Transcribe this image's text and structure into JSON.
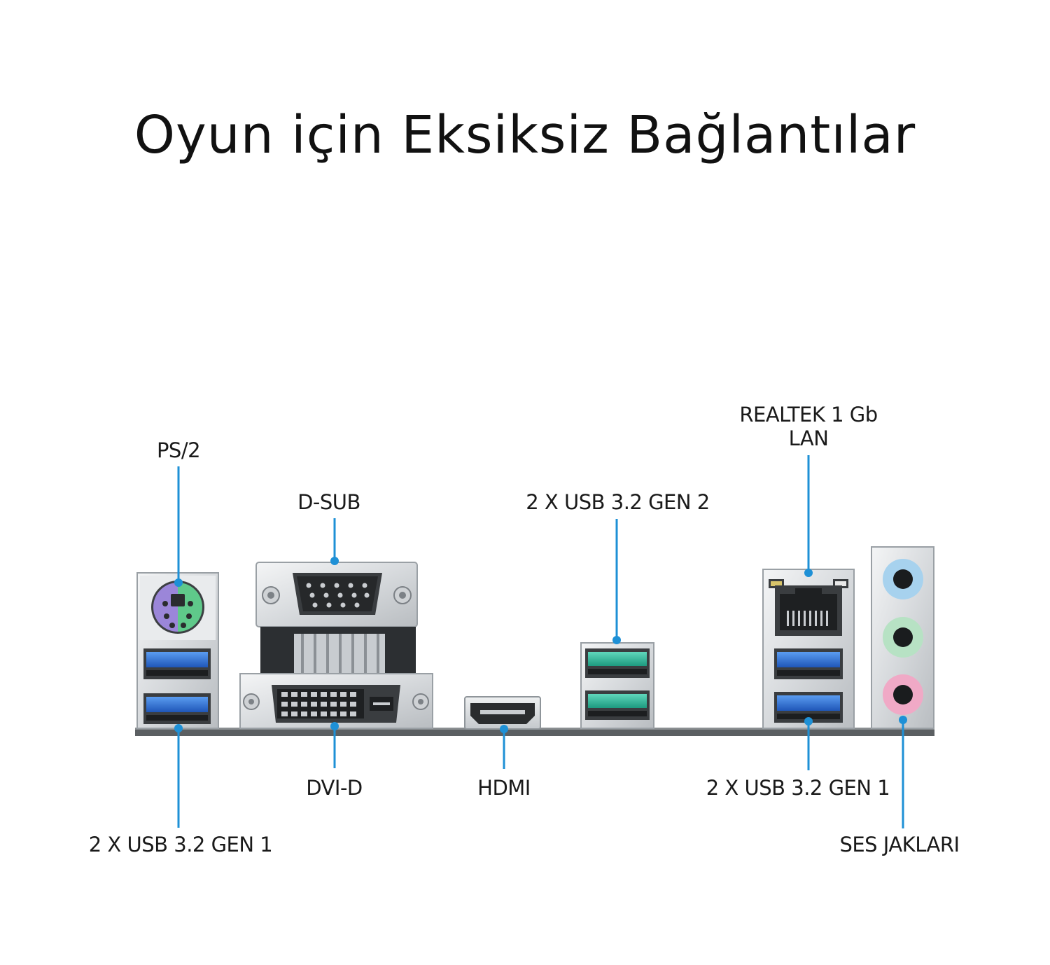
{
  "title": "Oyun için Eksiksiz Bağlantılar",
  "labels": {
    "ps2": "PS/2",
    "dsub": "D-SUB",
    "usb_gen2": "2 X USB 3.2 GEN 2",
    "lan_line1": "REALTEK 1 Gb",
    "lan_line2": "LAN",
    "usb_gen1_left": "2 X USB 3.2 GEN 1",
    "dvid": "DVI-D",
    "hdmi": "HDMI",
    "usb_gen1_right": "2 X USB 3.2 GEN 1",
    "audio": "SES JAKLARI"
  },
  "colors": {
    "leader": "#1e90d6",
    "usb_gen1": "#2e6fd3",
    "usb_gen2": "#34b79a",
    "ps2_keyboard": "#9b86d9",
    "ps2_mouse": "#5fc98a",
    "audio_line_in": "#a7d2ee",
    "audio_line_out": "#b7e2c4",
    "audio_mic": "#f0a9c6"
  }
}
